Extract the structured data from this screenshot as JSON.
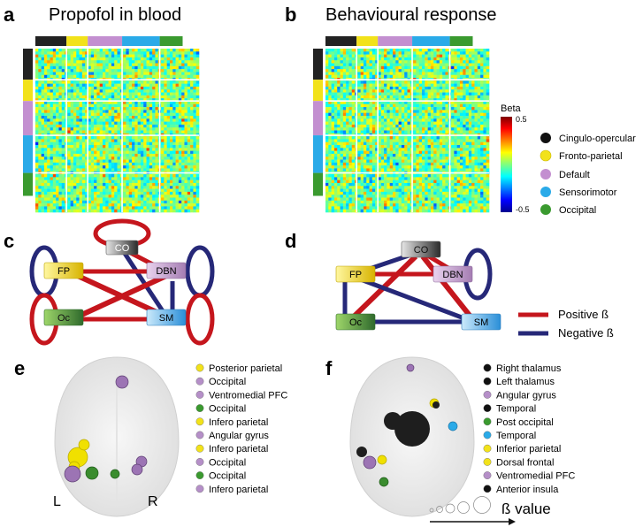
{
  "panels": {
    "a": {
      "letter": "a",
      "title": "Propofol in blood"
    },
    "b": {
      "letter": "b",
      "title": "Behavioural response"
    },
    "c": {
      "letter": "c"
    },
    "d": {
      "letter": "d"
    },
    "e": {
      "letter": "e"
    },
    "f": {
      "letter": "f"
    }
  },
  "colors": {
    "co": "#222222",
    "fp": "#f2e21a",
    "default": "#c38fd0",
    "sm": "#2aaae8",
    "occ": "#3a9a2f",
    "positive": "#c5161d",
    "negative": "#262878"
  },
  "colorbar": {
    "title": "Beta",
    "max_label": "0.5",
    "min_label": "-0.5"
  },
  "network_legend": [
    {
      "label": "Cingulo-opercular",
      "color": "#111111"
    },
    {
      "label": "Fronto-parietal",
      "color": "#f2e21a"
    },
    {
      "label": "Default",
      "color": "#c38fd0"
    },
    {
      "label": "Sensorimotor",
      "color": "#2aaae8"
    },
    {
      "label": "Occipital",
      "color": "#3a9a2f"
    }
  ],
  "graph_nodes": {
    "co": "CO",
    "fp": "FP",
    "dbn": "DBN",
    "oc": "Oc",
    "sm": "SM"
  },
  "edge_legend": {
    "positive": "Positive ß",
    "negative": "Negative ß"
  },
  "panel_e": {
    "regions": [
      {
        "label": "Posterior parietal",
        "color": "#f2e21a"
      },
      {
        "label": "Occipital",
        "color": "#b58fc8"
      },
      {
        "label": "Ventromedial PFC",
        "color": "#b58fc8"
      },
      {
        "label": "Occipital",
        "color": "#3a9a2f"
      },
      {
        "label": "Infero parietal",
        "color": "#f2e21a"
      },
      {
        "label": "Angular gyrus",
        "color": "#b58fc8"
      },
      {
        "label": "Infero parietal",
        "color": "#f2e21a"
      },
      {
        "label": "Occipital",
        "color": "#b58fc8"
      },
      {
        "label": "Occipital",
        "color": "#3a9a2f"
      },
      {
        "label": "Infero parietal",
        "color": "#b58fc8"
      }
    ],
    "left_label": "L",
    "right_label": "R"
  },
  "panel_f": {
    "regions": [
      {
        "label": "Right thalamus",
        "color": "#111111"
      },
      {
        "label": "Left thalamus",
        "color": "#111111"
      },
      {
        "label": "Angular gyrus",
        "color": "#b58fc8"
      },
      {
        "label": "Temporal",
        "color": "#111111"
      },
      {
        "label": "Post occipital",
        "color": "#3a9a2f"
      },
      {
        "label": "Temporal",
        "color": "#2aaae8"
      },
      {
        "label": "Inferior parietal",
        "color": "#f2e21a"
      },
      {
        "label": "Dorsal frontal",
        "color": "#f2e21a"
      },
      {
        "label": "Ventromedial PFC",
        "color": "#b58fc8"
      },
      {
        "label": "Anterior insula",
        "color": "#111111"
      }
    ],
    "size_legend_label": "ß value"
  }
}
